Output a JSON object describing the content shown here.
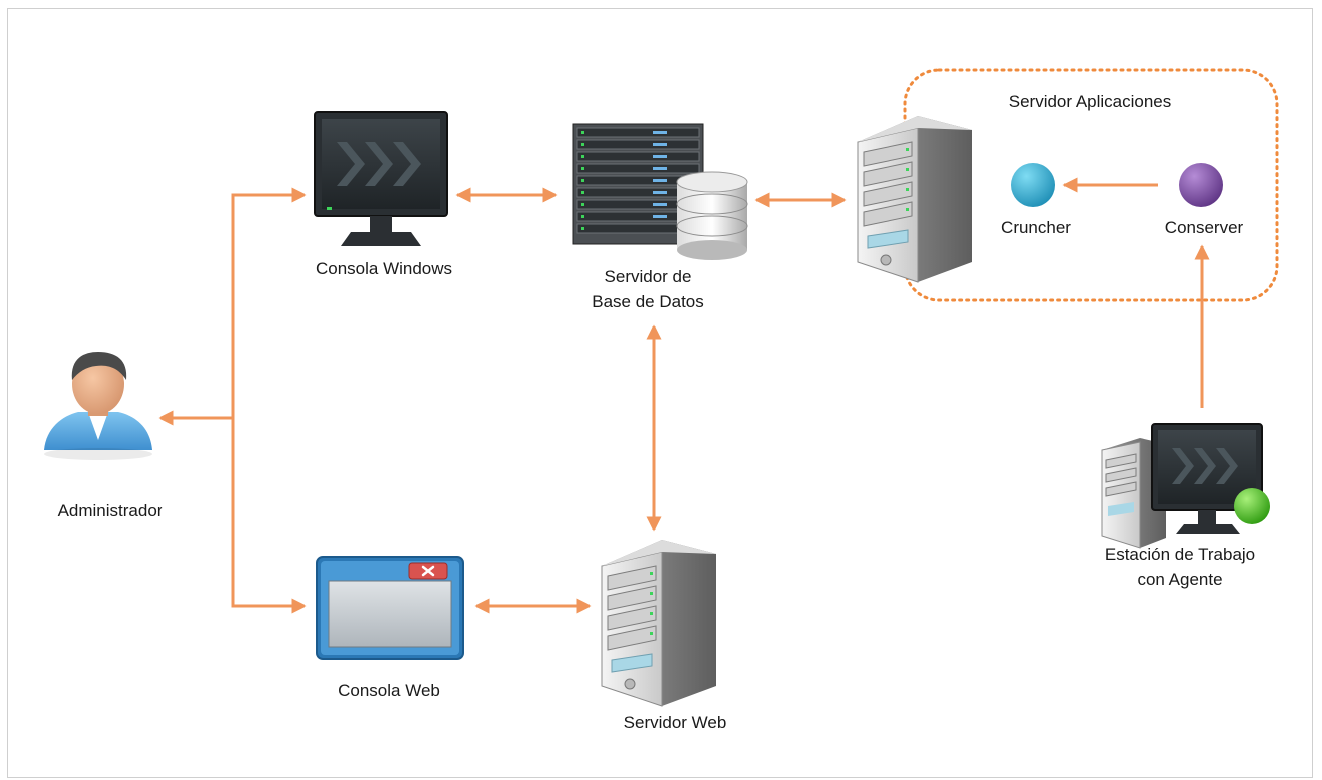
{
  "nodes": {
    "administrador": {
      "label": "Administrador",
      "icon": "administrator-user-icon"
    },
    "consola_windows": {
      "label": "Consola Windows",
      "icon": "windows-console-monitor-icon"
    },
    "servidor_bd": {
      "line1": "Servidor de",
      "line2": "Base de Datos",
      "icon": "database-server-icon"
    },
    "servidor_app": {
      "icon": "application-server-tower-icon"
    },
    "grupo_app": {
      "label": "Servidor Aplicaciones"
    },
    "cruncher": {
      "label": "Cruncher",
      "color": "#2aa7c9"
    },
    "conserver": {
      "label": "Conserver",
      "color": "#7b4a9e"
    },
    "estacion": {
      "line1": "Estación de Trabajo",
      "line2": "con Agente",
      "icon": "workstation-agent-icon"
    },
    "consola_web": {
      "label": "Consola Web",
      "icon": "web-console-window-icon"
    },
    "servidor_web": {
      "label": "Servidor Web",
      "icon": "web-server-tower-icon"
    }
  },
  "colors": {
    "arrow": "#f0955a",
    "group_border": "#ef8a3c"
  }
}
